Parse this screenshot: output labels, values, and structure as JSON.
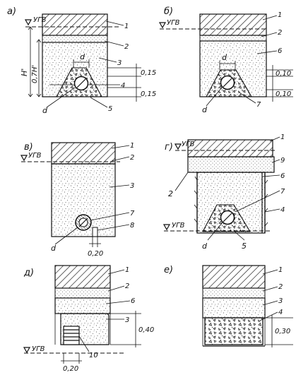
{
  "panels": {
    "a": {
      "letter": "а)",
      "water_level": "УГВ",
      "depth_full": "H'",
      "depth_part": "0,7H'",
      "pipe_diameter": "d",
      "dim_top": "0,15",
      "dim_bottom": "0,15",
      "labels": [
        "1",
        "2",
        "3",
        "4",
        "5"
      ]
    },
    "b": {
      "letter": "б)",
      "water_level": "УГВ",
      "pipe_diameter": "d",
      "dim_top": "0,10",
      "dim_bottom": "0,10",
      "labels": [
        "1",
        "2",
        "6",
        "7"
      ]
    },
    "v": {
      "letter": "в)",
      "water_level": "УГВ",
      "pipe_diameter": "d",
      "dim_bottom": "0,20",
      "labels": [
        "1",
        "2",
        "3",
        "7",
        "8"
      ]
    },
    "g": {
      "letter": "г)",
      "water_level_top": "УГВ",
      "water_level_bottom": "УГВ",
      "pipe_diameter": "d",
      "labels": [
        "1",
        "9",
        "6",
        "7",
        "4",
        "2",
        "5"
      ]
    },
    "d": {
      "letter": "д)",
      "water_level": "УГВ",
      "dim_right": "0,40",
      "dim_bottom": "0,20",
      "labels": [
        "1",
        "2",
        "6",
        "3",
        "10"
      ]
    },
    "e": {
      "letter": "е)",
      "dim_right": "0,30",
      "labels": [
        "1",
        "2",
        "3",
        "4"
      ]
    }
  }
}
